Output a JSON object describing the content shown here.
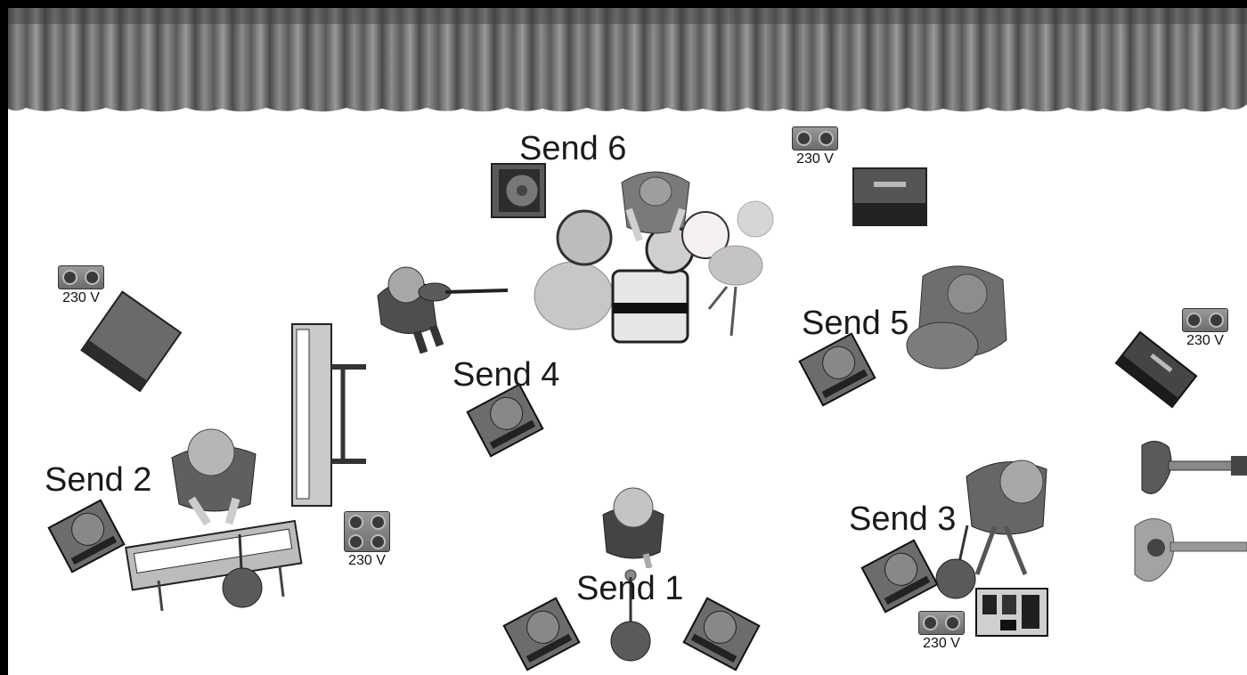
{
  "sends": [
    {
      "id": 1,
      "label": "Send 1"
    },
    {
      "id": 2,
      "label": "Send 2"
    },
    {
      "id": 3,
      "label": "Send 3"
    },
    {
      "id": 4,
      "label": "Send 4"
    },
    {
      "id": 5,
      "label": "Send 5"
    },
    {
      "id": 6,
      "label": "Send 6"
    }
  ],
  "outlets": [
    {
      "label": "230 V"
    },
    {
      "label": "230 V"
    },
    {
      "label": "230 V"
    },
    {
      "label": "230 V"
    },
    {
      "label": "230 V"
    }
  ],
  "icons": [
    "curtain-icon",
    "wedge-monitor-icon",
    "amplifier-icon",
    "keyboard-icon",
    "drum-kit-icon",
    "microphone-stand-icon",
    "guitar-icon",
    "pedalboard-icon",
    "musician-icon",
    "power-outlet-icon"
  ]
}
